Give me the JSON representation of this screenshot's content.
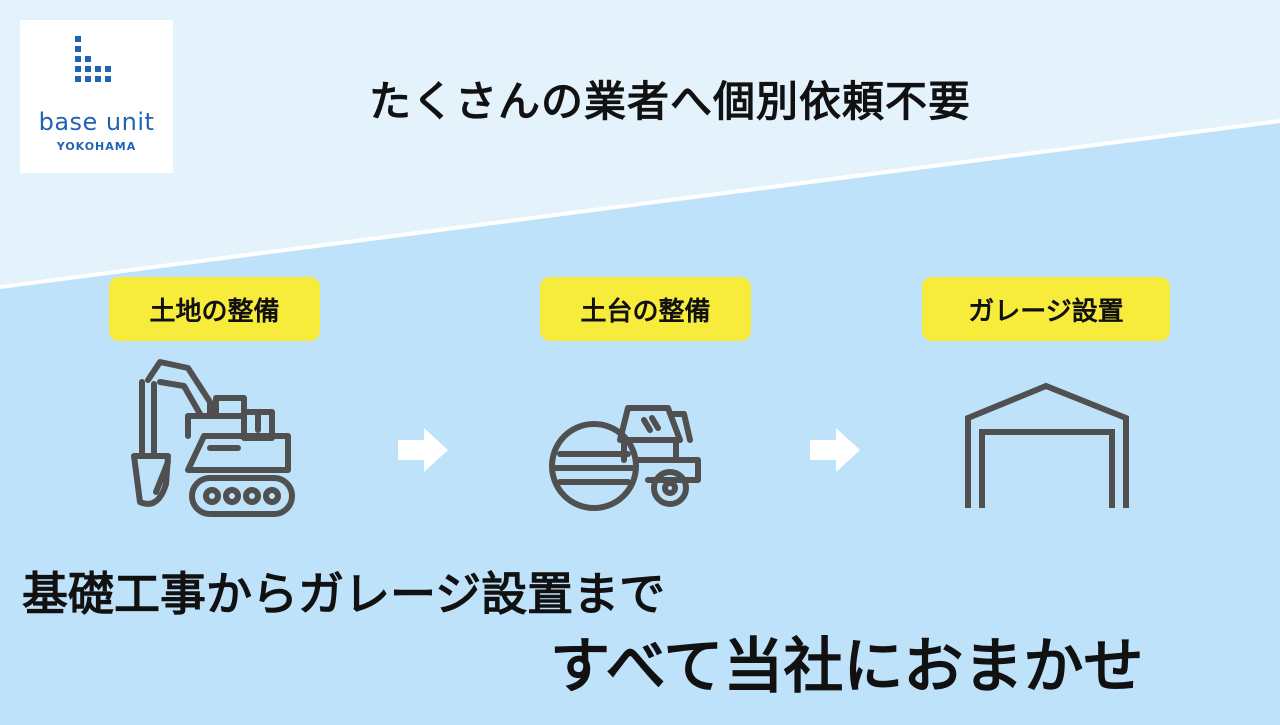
{
  "logo": {
    "name": "base unit",
    "sub": "YOKOHAMA",
    "color": "#1f63b4"
  },
  "headline": "たくさんの業者へ個別依頼不要",
  "steps": [
    {
      "label": "土地の整備",
      "icon": "excavator-icon"
    },
    {
      "label": "土台の整備",
      "icon": "road-roller-icon"
    },
    {
      "label": "ガレージ設置",
      "icon": "garage-icon"
    }
  ],
  "bottom": {
    "line1": "基礎工事からガレージ設置まで",
    "line2": "すべて当社におまかせ"
  },
  "colors": {
    "label_bg": "#f7ec3c",
    "bg_top": "#e4f2fc",
    "bg_bottom": "#bfe2fb",
    "icon_stroke": "#505050"
  }
}
